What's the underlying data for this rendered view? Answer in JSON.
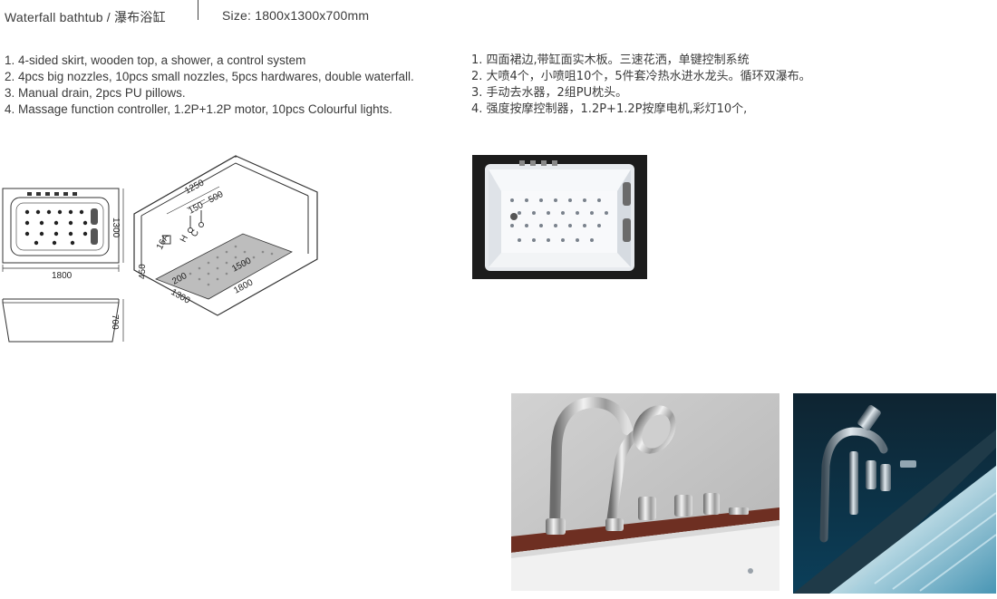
{
  "header": {
    "title": "Waterfall bathtub / 瀑布浴缸",
    "size": "Size: 1800x1300x700mm"
  },
  "specs_en": [
    "1. 4-sided skirt, wooden top, a shower, a control system",
    "2. 4pcs big nozzles, 10pcs small nozzles, 5pcs hardwares, double waterfall.",
    "3. Manual drain, 2pcs PU pillows.",
    "4. Massage function controller, 1.2P+1.2P motor, 10pcs Colourful lights."
  ],
  "specs_cn": [
    "1. 四面裙边,带缸面实木板。三速花洒，单键控制系统",
    "2. 大喷4个，小喷咀10个，5件套冷热水进水龙头。循环双瀑布。",
    "3. 手动去水器，2组PU枕头。",
    "4. 强度按摩控制器，1.2P+1.2P按摩电机,彩灯10个,"
  ],
  "dimensions": {
    "top_length": "1800",
    "top_width": "1300",
    "side_height": "700",
    "room_1250": "1250",
    "room_500": "500",
    "room_150": "150",
    "room_450": "450",
    "room_200": "200",
    "room_1300": "1300",
    "room_1800": "1800",
    "room_1500": "1500",
    "label_16a": "16A",
    "label_h": "H",
    "label_c": "C"
  },
  "colors": {
    "tub_frame": "#1e1e1e",
    "tub_inner": "#f4f6f8",
    "wall_gray": "#c9c9c9",
    "wood_top": "#6e2f22",
    "blue_scene": "#0c3f5c"
  }
}
